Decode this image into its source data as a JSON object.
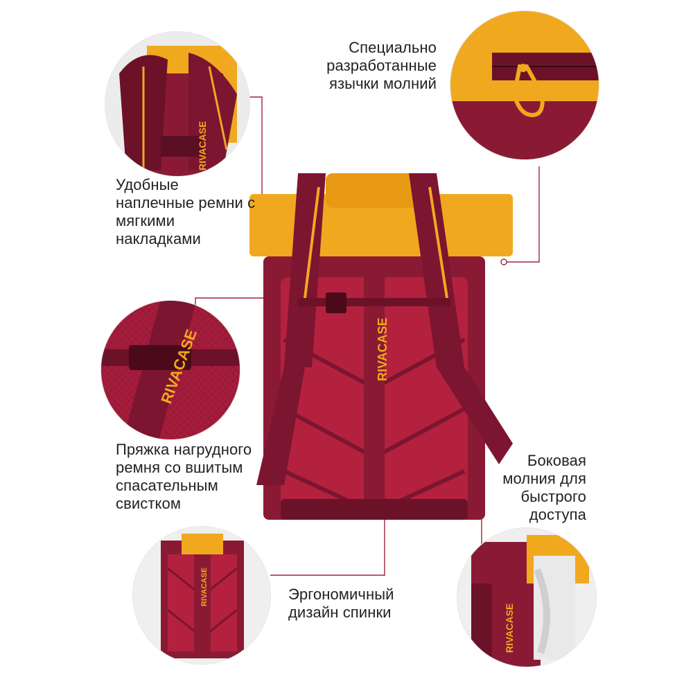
{
  "features": {
    "zipper_pulls": [
      "Специально",
      "разработанные",
      "язычки молний"
    ],
    "shoulder_straps": [
      "Удобные",
      "наплечные ремни с",
      "мягкими",
      "накладками"
    ],
    "chest_buckle": [
      "Пряжка нагрудного",
      "ремня со вшитым",
      "спасательным",
      "свистком"
    ],
    "side_zip": [
      "Боковая",
      "молния для",
      "быстрого",
      "доступа"
    ],
    "ergonomic_back": [
      "Эргономичный",
      "дизайн спинки"
    ]
  },
  "brand": "RIVACASE",
  "colors": {
    "burgundy": "#8a1a34",
    "dark_burgundy": "#6b1228",
    "mustard": "#f0a91e",
    "callout_line": "#a3223a"
  }
}
